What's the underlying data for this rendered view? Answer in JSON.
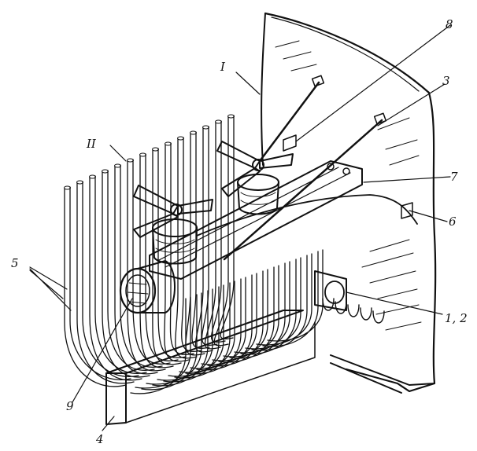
{
  "figure": {
    "labels": {
      "wall": "I",
      "tube_bundle": "II",
      "tubes": "5",
      "bracket": "3",
      "bracket_top": "8",
      "arm": "7",
      "clamp": "6",
      "drive_unit": "1, 2",
      "motor_housing": "9",
      "support_beam": "4"
    },
    "colors": {
      "ink": "#111111",
      "paper": "#ffffff"
    }
  }
}
